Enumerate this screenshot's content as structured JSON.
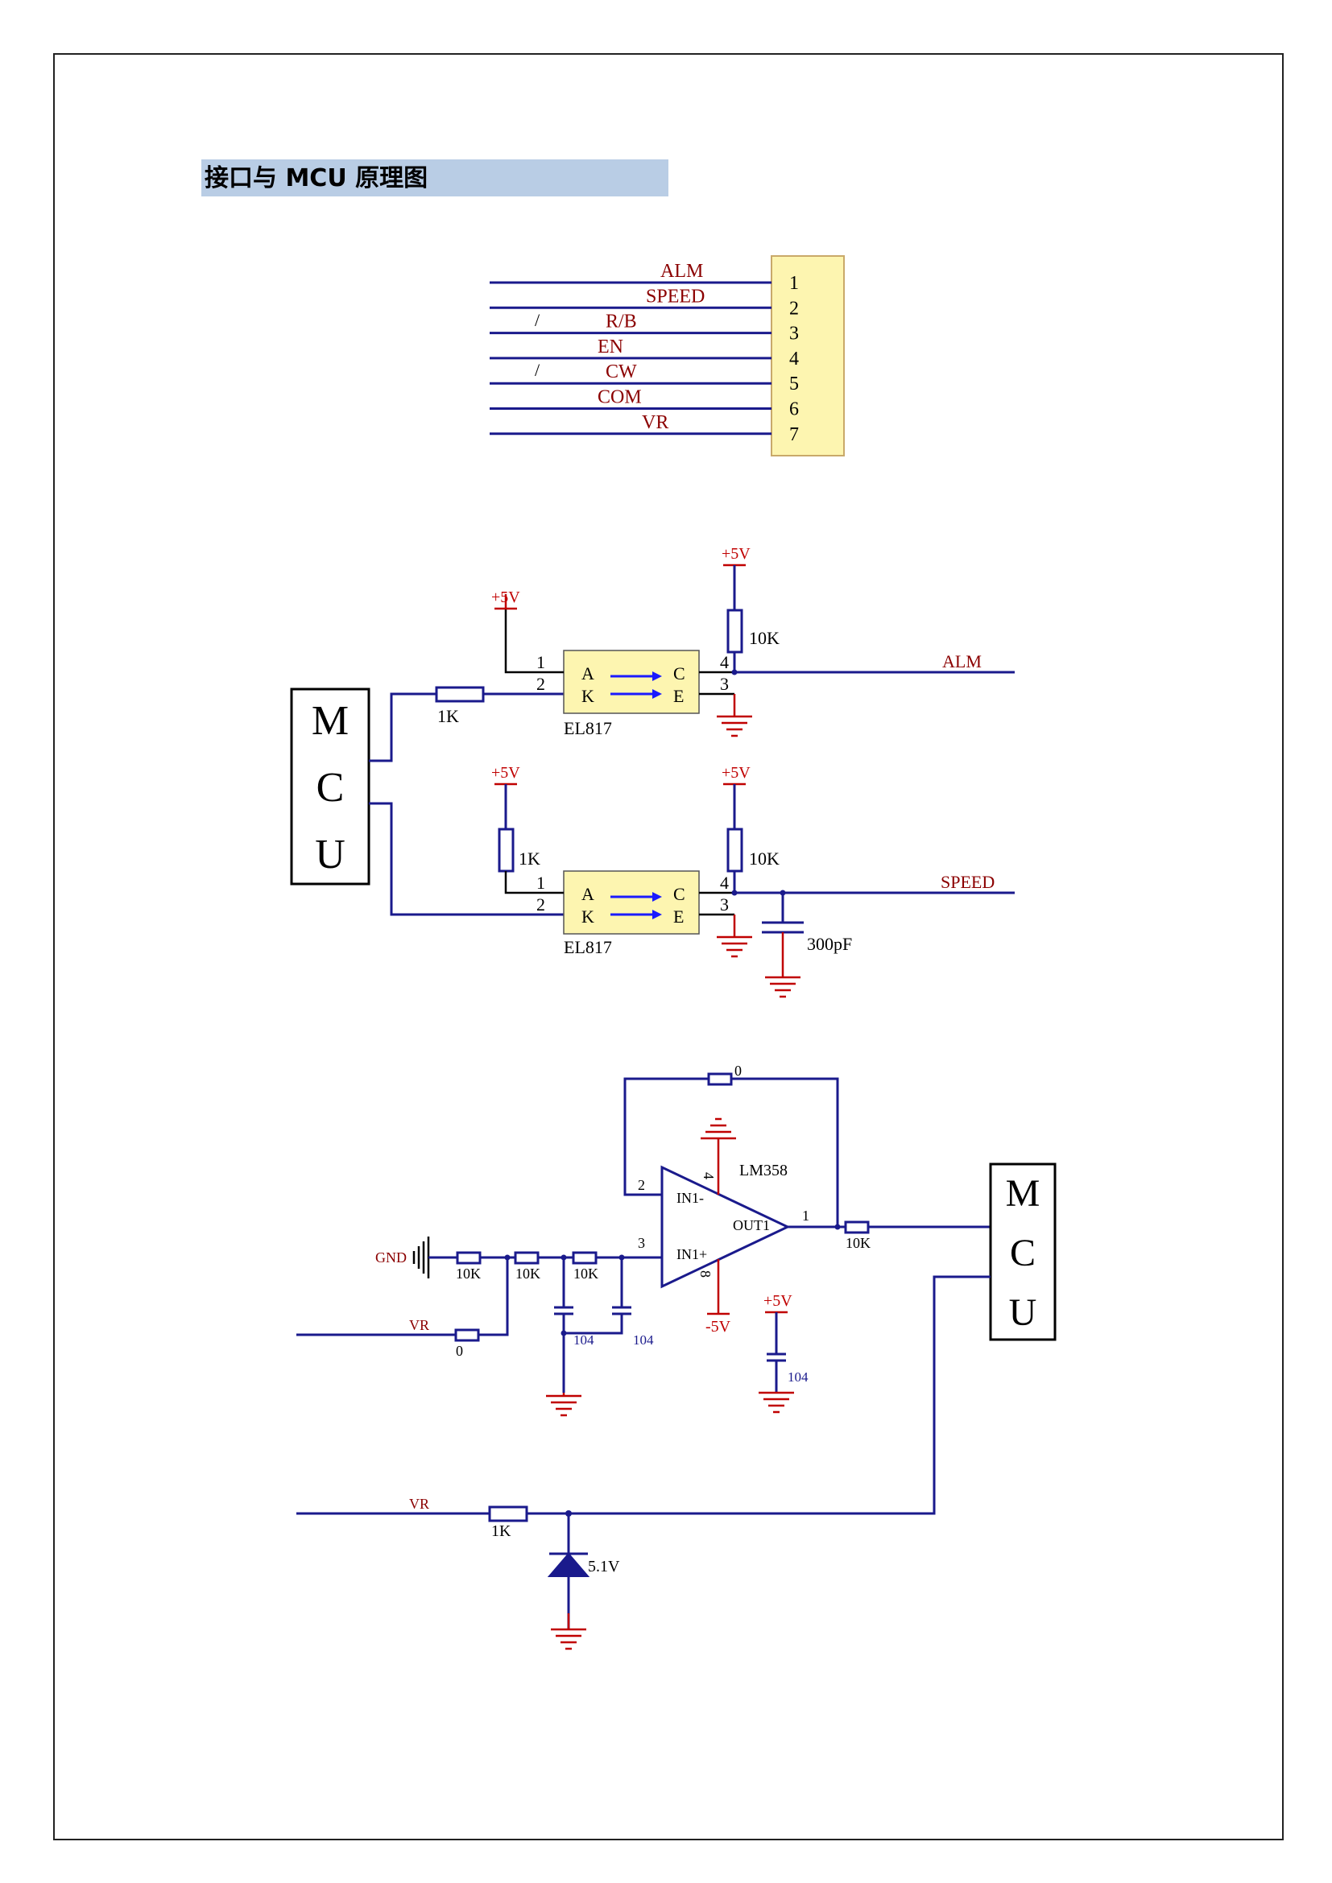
{
  "title": "接口与 MCU 原理图",
  "connector": {
    "signals": [
      "ALM",
      "SPEED",
      "R/B",
      "EN",
      "CW",
      "COM",
      "VR"
    ],
    "pins": [
      "1",
      "2",
      "3",
      "4",
      "5",
      "6",
      "7"
    ],
    "slash_marks": [
      "/",
      "/"
    ]
  },
  "optocoupler": {
    "part": "EL817",
    "pin_labels": [
      "A",
      "K",
      "C",
      "E"
    ],
    "pin_numbers": [
      "1",
      "2",
      "4",
      "3"
    ]
  },
  "mcu_letters": [
    "M",
    "C",
    "U"
  ],
  "labels": {
    "vcc": "+5V",
    "r1k": "1K",
    "r10k": "10K",
    "alm_net": "ALM",
    "speed_net": "SPEED",
    "cap_300pf": "300pF",
    "r_zero": "0",
    "opamp": "LM358",
    "in_minus": "IN1-",
    "in_plus": "IN1+",
    "out": "OUT1",
    "pin2": "2",
    "pin3": "3",
    "pin4": "4",
    "pin8": "8",
    "pin1": "1",
    "gnd": "GND",
    "vr": "VR",
    "cap_104": "104",
    "neg5v": "-5V",
    "zener": "5.1V"
  },
  "colors": {
    "wire": "#1a1a8c",
    "power": "#c00000",
    "part_fill": "#fdf5b0",
    "title_bg": "#b9cde5",
    "label": "#8b0000"
  }
}
